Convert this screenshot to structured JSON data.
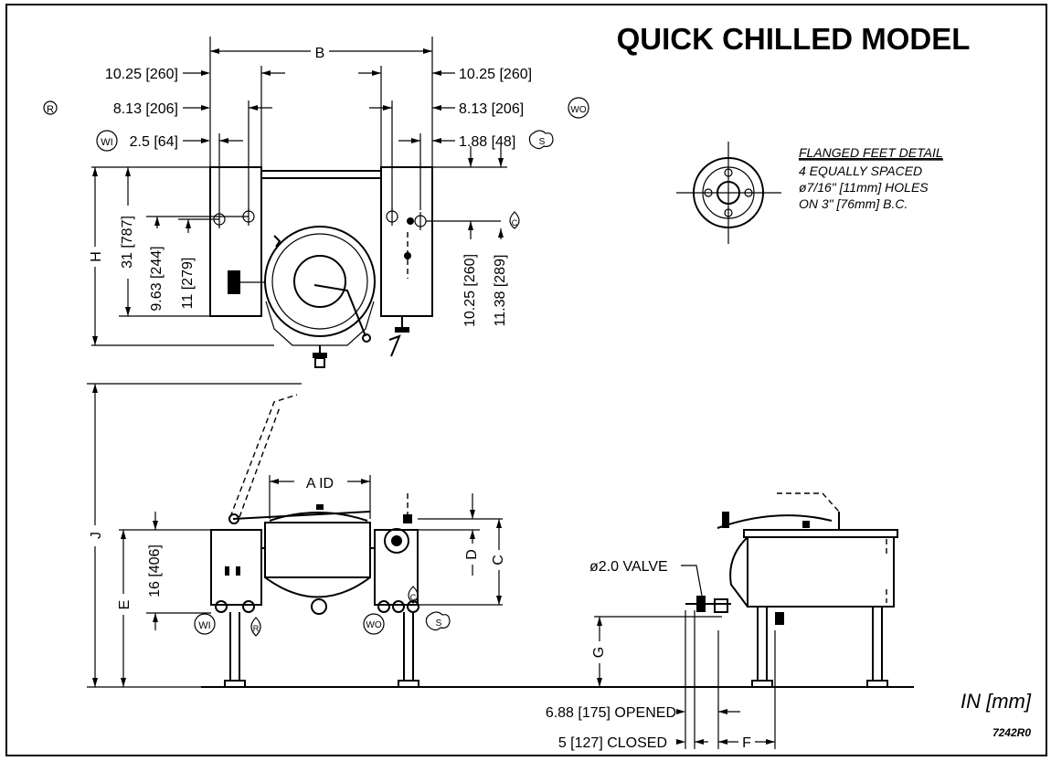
{
  "title": "QUICK CHILLED MODEL",
  "drawing_number": "7242R0",
  "units_note": "IN [mm]",
  "flanged_feet": {
    "heading": "FLANGED FEET DETAIL",
    "line1": "4 EQUALLY SPACED",
    "line2": "ø7/16\" [11mm] HOLES",
    "line3": "ON 3\" [76mm] B.C."
  },
  "top_view": {
    "dim_b": "B",
    "dim_left_1": "10.25 [260]",
    "dim_left_2": "8.13 [206]",
    "dim_left_3": "2.5 [64]",
    "dim_right_1": "10.25 [260]",
    "dim_right_2": "8.13 [206]",
    "dim_right_3": "1.88 [48]",
    "dim_h": "H",
    "dim_31": "31 [787]",
    "dim_963": "9.63 [244]",
    "dim_11": "11 [279]",
    "dim_1025v": "10.25 [260]",
    "dim_1138": "11.38 [289]"
  },
  "front_view": {
    "dim_a": "A ID",
    "dim_j": "J",
    "dim_e": "E",
    "dim_16": "16 [406]",
    "dim_d": "D",
    "dim_c": "C"
  },
  "side_view": {
    "valve": "ø2.0 VALVE",
    "dim_g": "G",
    "dim_opened": "6.88 [175] OPENED",
    "dim_closed": "5 [127] CLOSED",
    "dim_f": "F"
  },
  "symbols": {
    "wi": "WI",
    "wo": "WO",
    "r": "R",
    "s": "S",
    "c": "C"
  }
}
